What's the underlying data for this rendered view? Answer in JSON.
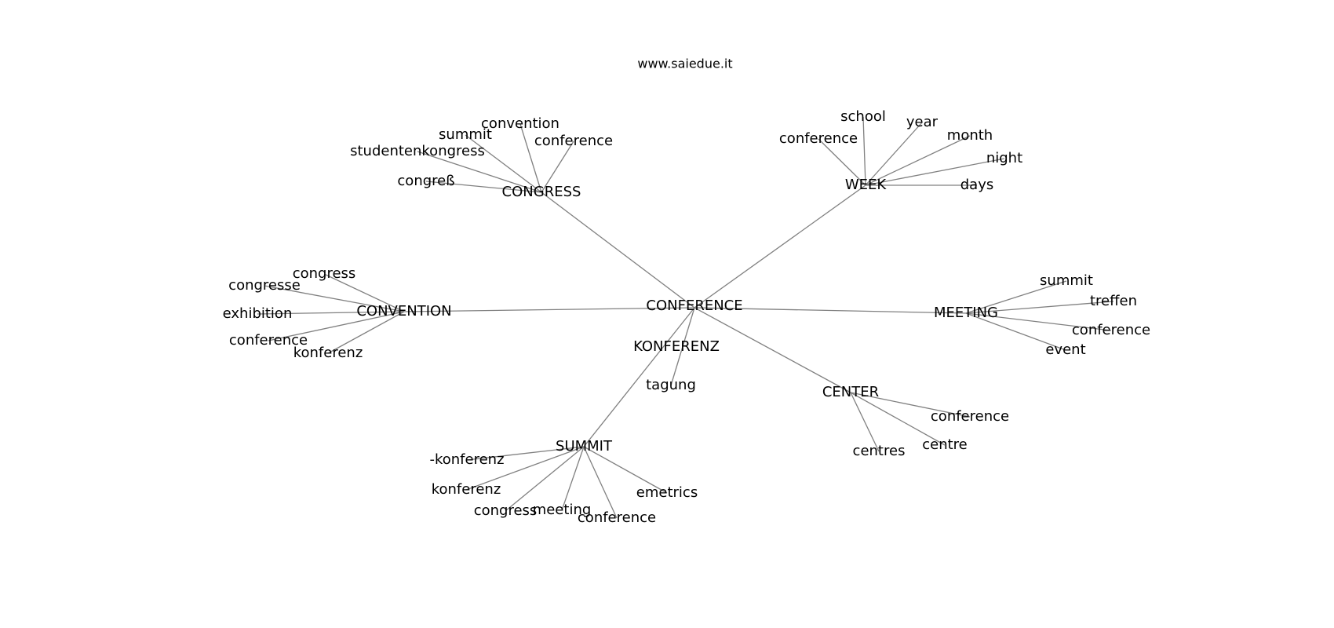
{
  "site": "www.saiedue.it",
  "graph": {
    "center": "CONFERENCE",
    "hubs": [
      {
        "label": "CONGRESS",
        "leaves": [
          "convention",
          "summit",
          "conference",
          "studentenkongress",
          "congreß"
        ]
      },
      {
        "label": "WEEK",
        "leaves": [
          "school",
          "year",
          "conference",
          "month",
          "night",
          "days"
        ]
      },
      {
        "label": "CONVENTION",
        "leaves": [
          "congress",
          "congresse",
          "exhibition",
          "conference",
          "konferenz"
        ]
      },
      {
        "label": "MEETING",
        "leaves": [
          "summit",
          "treffen",
          "conference",
          "event"
        ]
      },
      {
        "label": "KONFERENZ",
        "leaves": [
          "tagung"
        ]
      },
      {
        "label": "CENTER",
        "leaves": [
          "conference",
          "centre",
          "centres"
        ]
      },
      {
        "label": "SUMMIT",
        "leaves": [
          "-konferenz",
          "konferenz",
          "emetrics",
          "congress",
          "meeting",
          "conference"
        ]
      }
    ]
  }
}
